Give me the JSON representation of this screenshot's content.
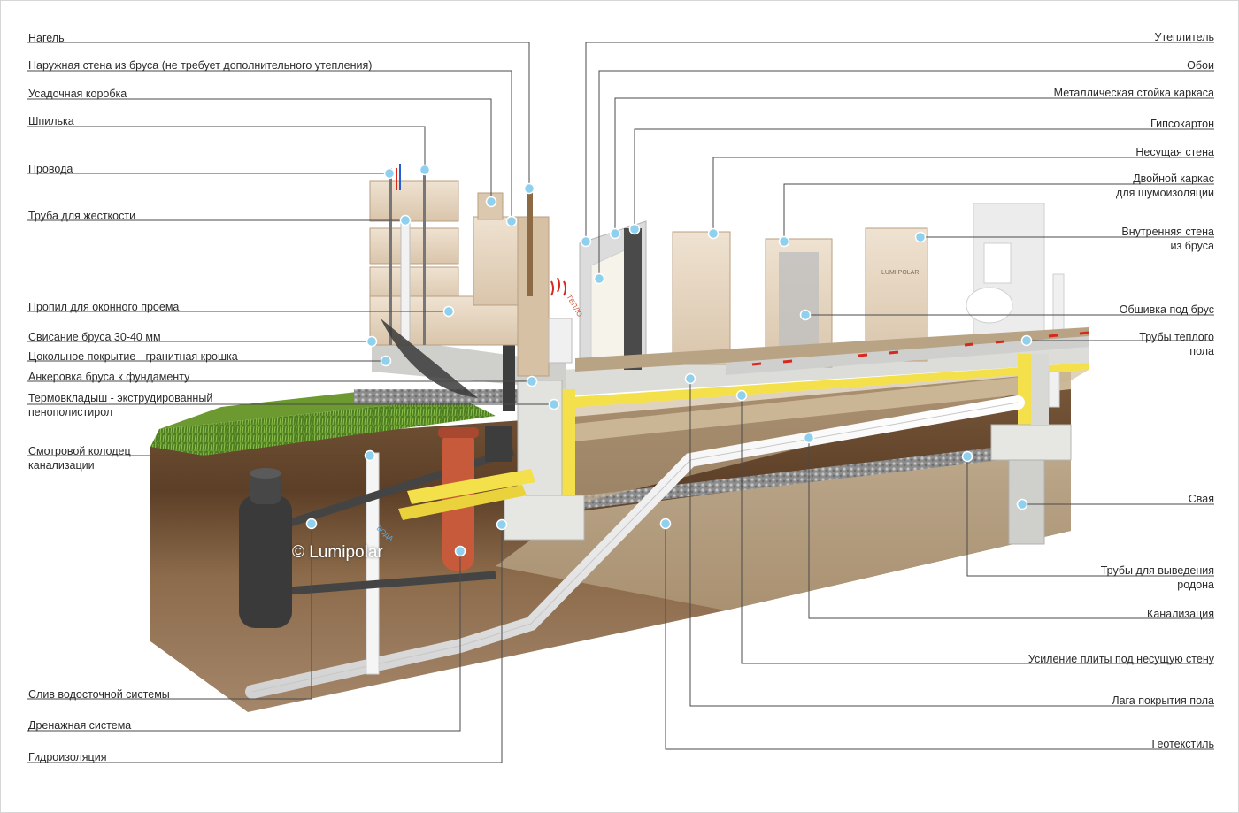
{
  "left_labels": [
    {
      "id": "nagel",
      "lines": [
        "Нагель"
      ]
    },
    {
      "id": "outer-wall",
      "lines": [
        "Наружная стена из бруса (не требует дополнительного утепления)"
      ]
    },
    {
      "id": "shrink-box",
      "lines": [
        "Усадочная коробка"
      ]
    },
    {
      "id": "stud",
      "lines": [
        "Шпилька"
      ]
    },
    {
      "id": "wires",
      "lines": [
        "Провода"
      ]
    },
    {
      "id": "stiff-pipe",
      "lines": [
        "Труба для жесткости"
      ]
    },
    {
      "id": "window-cut",
      "lines": [
        "Пропил для оконного проема"
      ]
    },
    {
      "id": "overhang",
      "lines": [
        "Свисание бруса 30-40 мм"
      ]
    },
    {
      "id": "plinth",
      "lines": [
        "Цокольное покрытие - гранитная крошка"
      ]
    },
    {
      "id": "anchor",
      "lines": [
        "Анкеровка бруса к фундаменту"
      ]
    },
    {
      "id": "thermal-insert",
      "lines": [
        "Термовкладыш - экструдированный",
        "пенополистирол"
      ]
    },
    {
      "id": "sewer-well",
      "lines": [
        "Смотровой колодец",
        "канализации"
      ]
    },
    {
      "id": "drain-gutter",
      "lines": [
        "Слив водосточной системы"
      ]
    },
    {
      "id": "drainage",
      "lines": [
        "Дренажная система"
      ]
    },
    {
      "id": "waterproofing",
      "lines": [
        "Гидроизоляция"
      ]
    }
  ],
  "right_labels": [
    {
      "id": "insulation",
      "lines": [
        "Утеплитель"
      ]
    },
    {
      "id": "wallpaper",
      "lines": [
        "Обои"
      ]
    },
    {
      "id": "metal-stud",
      "lines": [
        "Металлическая стойка каркаса"
      ]
    },
    {
      "id": "drywall",
      "lines": [
        "Гипсокартон"
      ]
    },
    {
      "id": "bearing-wall",
      "lines": [
        "Несущая стена"
      ]
    },
    {
      "id": "double-frame",
      "lines": [
        "Двойной каркас",
        "для шумоизоляции"
      ]
    },
    {
      "id": "inner-wall",
      "lines": [
        "Внутренняя стена",
        "из бруса"
      ]
    },
    {
      "id": "sheathing",
      "lines": [
        "Обшивка под брус"
      ]
    },
    {
      "id": "floor-heat",
      "lines": [
        "Трубы теплого",
        "пола"
      ]
    },
    {
      "id": "pile",
      "lines": [
        "Свая"
      ]
    },
    {
      "id": "radon",
      "lines": [
        "Трубы для выведения",
        "родона"
      ]
    },
    {
      "id": "sewer",
      "lines": [
        "Канализация"
      ]
    },
    {
      "id": "slab-reinf",
      "lines": [
        "Усиление плиты под несущую стену"
      ]
    },
    {
      "id": "floor-joist",
      "lines": [
        "Лага покрытия пола"
      ]
    },
    {
      "id": "geotextile",
      "lines": [
        "Геотекстиль"
      ]
    }
  ],
  "copyright": "© Lumipolar",
  "heat_label": "ТЕПЛО",
  "water_label": "ВОДА",
  "logo_text": "LUMI POLAR",
  "colors": {
    "line": "#4a4a4a",
    "timber": "#e6d5c0",
    "timber_dark": "#c9b399",
    "concrete": "#d9d9d6",
    "soil": "#8a6a4a",
    "soil_dark": "#5b3f28",
    "gravel": "#9b9b9b",
    "yellow": "#f4e04a",
    "grass": "#5f8f2a",
    "pipe_white": "#f2f2f2",
    "pipe_dark": "#3d3d3d",
    "pipe_red": "#c85a3c",
    "heat_red": "#d8281e",
    "dot": "#7ec5e8"
  }
}
